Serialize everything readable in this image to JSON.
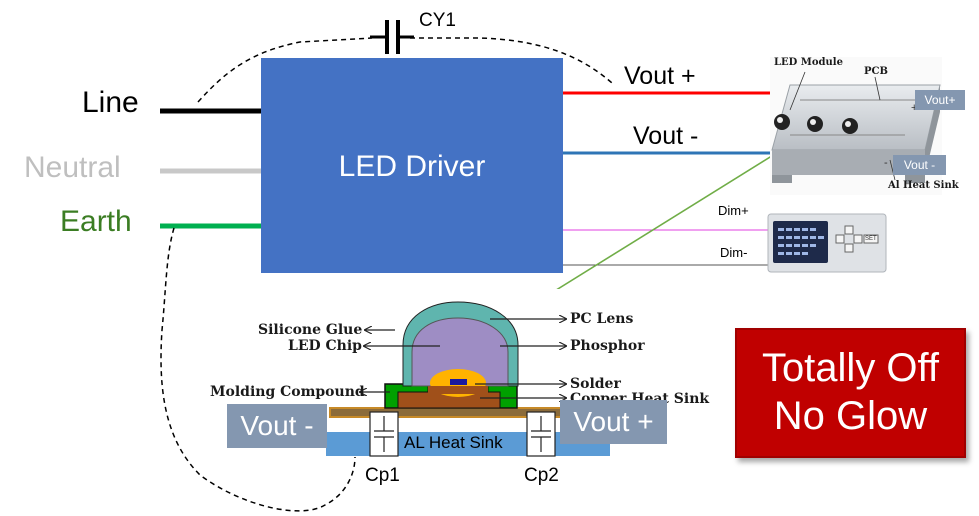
{
  "mains": {
    "line": "Line",
    "neutral": "Neutral",
    "earth": "Earth"
  },
  "driver": {
    "label": "LED Driver"
  },
  "capacitor": {
    "cy1": "CY1",
    "cp1": "Cp1",
    "cp2": "Cp2"
  },
  "outputs": {
    "vout_plus": "Vout +",
    "vout_minus": "Vout -",
    "dim_plus": "Dim+",
    "dim_minus": "Dim-"
  },
  "module_photo": {
    "led_module": "LED Module",
    "pcb": "PCB",
    "al_heat_sink": "Al Heat Sink",
    "vout_plus_badge": "Vout+",
    "vout_minus_badge": "Vout -",
    "plus_mark": "+",
    "minus_mark": "-"
  },
  "dimmer_photo": {
    "key_label": "SET"
  },
  "cross_section": {
    "silicone_glue": "Silicone Glue",
    "led_chip": "LED Chip",
    "molding_compound": "Molding Compound",
    "pc_lens": "PC Lens",
    "phosphor": "Phosphor",
    "solder": "Solder",
    "copper_heat_sink": "Copper Heat Sink",
    "al_heat_sink": "AL Heat Sink",
    "vout_minus": "Vout -",
    "vout_plus": "Vout +"
  },
  "status": {
    "line1": "Totally Off",
    "line2": "No Glow"
  },
  "colors": {
    "line_wire": "#000000",
    "neutral_wire": "#c8c8c8",
    "earth_wire": "#00b050",
    "earth_text": "#3b7d23",
    "vout_plus_wire": "#ff0000",
    "vout_minus_wire": "#2e75b6",
    "dim_plus_wire": "#e040e0",
    "driver_box": "#4472c4",
    "status_box": "#c00000",
    "vout_box": "#8497b0",
    "arrow": "#70ad47"
  }
}
